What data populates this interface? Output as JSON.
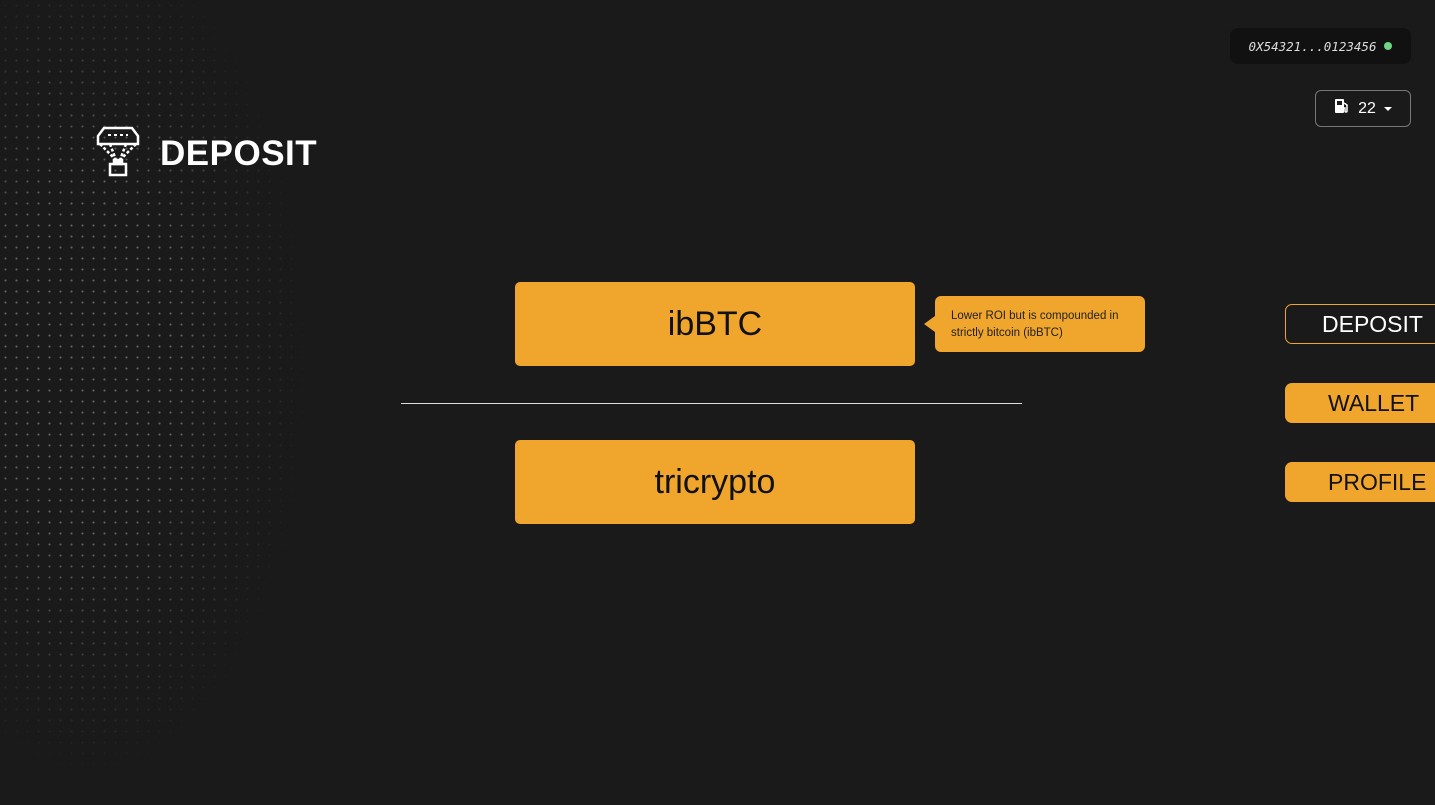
{
  "header": {
    "wallet_address": "0X54321...0123456",
    "wallet_status_color": "#6fd483",
    "gas_value": "22",
    "gas_icon": "fuel-pump-icon"
  },
  "page": {
    "title": "DEPOSIT",
    "logo_icon": "parachute-icon"
  },
  "options": [
    {
      "label": "ibBTC"
    },
    {
      "label": "tricrypto"
    }
  ],
  "tooltip": {
    "text": "Lower ROI but is compounded in strictly bitcoin (ibBTC)"
  },
  "nav": [
    {
      "label": "DEPOSIT",
      "active": true
    },
    {
      "label": "WALLET"
    },
    {
      "label": "PROFILE"
    }
  ],
  "colors": {
    "accent": "#f0a52c",
    "background": "#1a1a1a"
  }
}
